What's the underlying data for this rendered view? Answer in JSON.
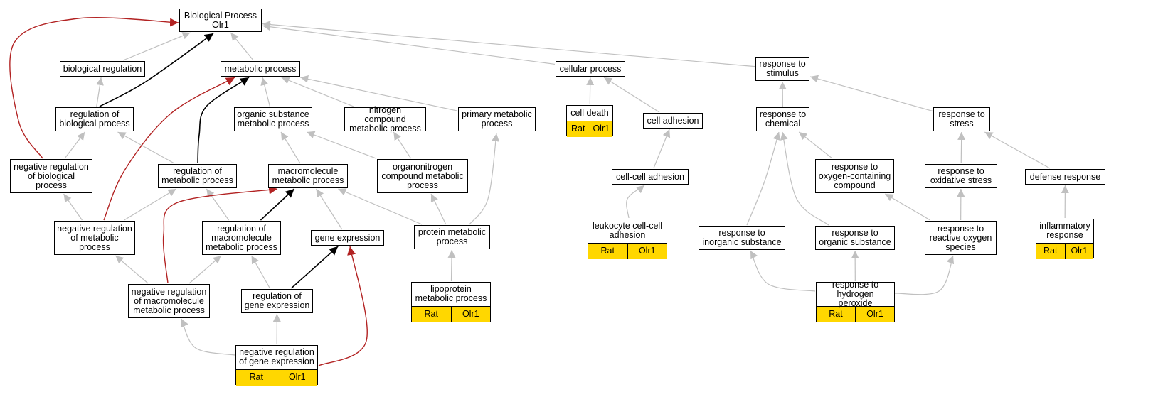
{
  "colors": {
    "gray_edge": "#c0c0c0",
    "black_edge": "#000000",
    "red_edge": "#b22222",
    "annotation": "#FFD700"
  },
  "nodes": [
    {
      "id": "bp",
      "label": "Biological Process\nOlr1"
    },
    {
      "id": "bioreg",
      "label": "biological regulation"
    },
    {
      "id": "metab",
      "label": "metabolic process"
    },
    {
      "id": "cellular",
      "label": "cellular process"
    },
    {
      "id": "stimulus",
      "label": "response to\nstimulus"
    },
    {
      "id": "regbio",
      "label": "regulation of\nbiological process"
    },
    {
      "id": "orgsub",
      "label": "organic substance\nmetabolic process"
    },
    {
      "id": "nitro",
      "label": "nitrogen compound\nmetabolic process"
    },
    {
      "id": "primary",
      "label": "primary metabolic\nprocess"
    },
    {
      "id": "celldeath",
      "label": "cell death",
      "annotations": [
        "Rat",
        "Olr1"
      ]
    },
    {
      "id": "celladh",
      "label": "cell adhesion"
    },
    {
      "id": "chemical",
      "label": "response to\nchemical"
    },
    {
      "id": "stress",
      "label": "response to\nstress"
    },
    {
      "id": "negregbio",
      "label": "negative regulation\nof biological\nprocess"
    },
    {
      "id": "regmetab",
      "label": "regulation of\nmetabolic process"
    },
    {
      "id": "macro",
      "label": "macromolecule\nmetabolic process"
    },
    {
      "id": "orgnitro",
      "label": "organonitrogen\ncompound metabolic\nprocess"
    },
    {
      "id": "ccadh",
      "label": "cell-cell adhesion"
    },
    {
      "id": "oxycomp",
      "label": "response to\noxygen-containing\ncompound"
    },
    {
      "id": "oxstress",
      "label": "response to\noxidative stress"
    },
    {
      "id": "defense",
      "label": "defense response"
    },
    {
      "id": "negregmetab",
      "label": "negative regulation\nof metabolic\nprocess"
    },
    {
      "id": "regmacro",
      "label": "regulation of\nmacromolecule\nmetabolic process"
    },
    {
      "id": "geneexp",
      "label": "gene expression"
    },
    {
      "id": "protmetab",
      "label": "protein metabolic\nprocess"
    },
    {
      "id": "leuko",
      "label": "leukocyte cell-cell\nadhesion",
      "annotations": [
        "Rat",
        "Olr1"
      ]
    },
    {
      "id": "inorg",
      "label": "response to\ninorganic substance"
    },
    {
      "id": "orgsubst",
      "label": "response to\norganic substance"
    },
    {
      "id": "ros",
      "label": "response to\nreactive oxygen\nspecies"
    },
    {
      "id": "inflam",
      "label": "inflammatory\nresponse",
      "annotations": [
        "Rat",
        "Olr1"
      ]
    },
    {
      "id": "negregmacro",
      "label": "negative regulation\nof macromolecule\nmetabolic process"
    },
    {
      "id": "reggene",
      "label": "regulation of\ngene expression"
    },
    {
      "id": "lipo",
      "label": "lipoprotein\nmetabolic process",
      "annotations": [
        "Rat",
        "Olr1"
      ]
    },
    {
      "id": "h2o2",
      "label": "response to\nhydrogen peroxide",
      "annotations": [
        "Rat",
        "Olr1"
      ]
    },
    {
      "id": "negreggene",
      "label": "negative regulation\nof gene expression",
      "annotations": [
        "Rat",
        "Olr1"
      ]
    }
  ],
  "edges": [
    {
      "from": "bioreg",
      "to": "bp",
      "kind": "is_a"
    },
    {
      "from": "metab",
      "to": "bp",
      "kind": "is_a"
    },
    {
      "from": "cellular",
      "to": "bp",
      "kind": "is_a"
    },
    {
      "from": "stimulus",
      "to": "bp",
      "kind": "is_a"
    },
    {
      "from": "regbio",
      "to": "bp",
      "kind": "regulates"
    },
    {
      "from": "negregbio",
      "to": "bp",
      "kind": "negatively_regulates"
    },
    {
      "from": "regbio",
      "to": "bioreg",
      "kind": "is_a"
    },
    {
      "from": "negregbio",
      "to": "regbio",
      "kind": "is_a"
    },
    {
      "from": "regmetab",
      "to": "regbio",
      "kind": "is_a"
    },
    {
      "from": "orgsub",
      "to": "metab",
      "kind": "is_a"
    },
    {
      "from": "nitro",
      "to": "metab",
      "kind": "is_a"
    },
    {
      "from": "primary",
      "to": "metab",
      "kind": "is_a"
    },
    {
      "from": "regmetab",
      "to": "metab",
      "kind": "regulates"
    },
    {
      "from": "negregmetab",
      "to": "metab",
      "kind": "negatively_regulates"
    },
    {
      "from": "negregmetab",
      "to": "negregbio",
      "kind": "is_a"
    },
    {
      "from": "negregmetab",
      "to": "regmetab",
      "kind": "is_a"
    },
    {
      "from": "regmacro",
      "to": "regmetab",
      "kind": "is_a"
    },
    {
      "from": "macro",
      "to": "orgsub",
      "kind": "is_a"
    },
    {
      "from": "orgnitro",
      "to": "nitro",
      "kind": "is_a"
    },
    {
      "from": "protmetab",
      "to": "primary",
      "kind": "is_a"
    },
    {
      "from": "orgnitro",
      "to": "orgsub",
      "kind": "is_a"
    },
    {
      "from": "protmetab",
      "to": "macro",
      "kind": "is_a"
    },
    {
      "from": "protmetab",
      "to": "orgnitro",
      "kind": "is_a"
    },
    {
      "from": "geneexp",
      "to": "macro",
      "kind": "is_a"
    },
    {
      "from": "regmacro",
      "to": "macro",
      "kind": "regulates"
    },
    {
      "from": "negregmacro",
      "to": "macro",
      "kind": "negatively_regulates"
    },
    {
      "from": "negregmacro",
      "to": "negregmetab",
      "kind": "is_a"
    },
    {
      "from": "negregmacro",
      "to": "regmacro",
      "kind": "is_a"
    },
    {
      "from": "reggene",
      "to": "regmacro",
      "kind": "is_a"
    },
    {
      "from": "reggene",
      "to": "geneexp",
      "kind": "regulates"
    },
    {
      "from": "negreggene",
      "to": "geneexp",
      "kind": "negatively_regulates"
    },
    {
      "from": "negreggene",
      "to": "negregmacro",
      "kind": "is_a"
    },
    {
      "from": "negreggene",
      "to": "reggene",
      "kind": "is_a"
    },
    {
      "from": "lipo",
      "to": "protmetab",
      "kind": "is_a"
    },
    {
      "from": "celldeath",
      "to": "cellular",
      "kind": "is_a"
    },
    {
      "from": "celladh",
      "to": "cellular",
      "kind": "is_a"
    },
    {
      "from": "ccadh",
      "to": "celladh",
      "kind": "is_a"
    },
    {
      "from": "leuko",
      "to": "ccadh",
      "kind": "is_a"
    },
    {
      "from": "chemical",
      "to": "stimulus",
      "kind": "is_a"
    },
    {
      "from": "stress",
      "to": "stimulus",
      "kind": "is_a"
    },
    {
      "from": "inorg",
      "to": "chemical",
      "kind": "is_a"
    },
    {
      "from": "orgsubst",
      "to": "chemical",
      "kind": "is_a"
    },
    {
      "from": "oxycomp",
      "to": "chemical",
      "kind": "is_a"
    },
    {
      "from": "oxstress",
      "to": "stress",
      "kind": "is_a"
    },
    {
      "from": "defense",
      "to": "stress",
      "kind": "is_a"
    },
    {
      "from": "ros",
      "to": "oxycomp",
      "kind": "is_a"
    },
    {
      "from": "ros",
      "to": "oxstress",
      "kind": "is_a"
    },
    {
      "from": "inflam",
      "to": "defense",
      "kind": "is_a"
    },
    {
      "from": "h2o2",
      "to": "inorg",
      "kind": "is_a"
    },
    {
      "from": "h2o2",
      "to": "orgsubst",
      "kind": "is_a"
    },
    {
      "from": "h2o2",
      "to": "ros",
      "kind": "is_a"
    }
  ]
}
